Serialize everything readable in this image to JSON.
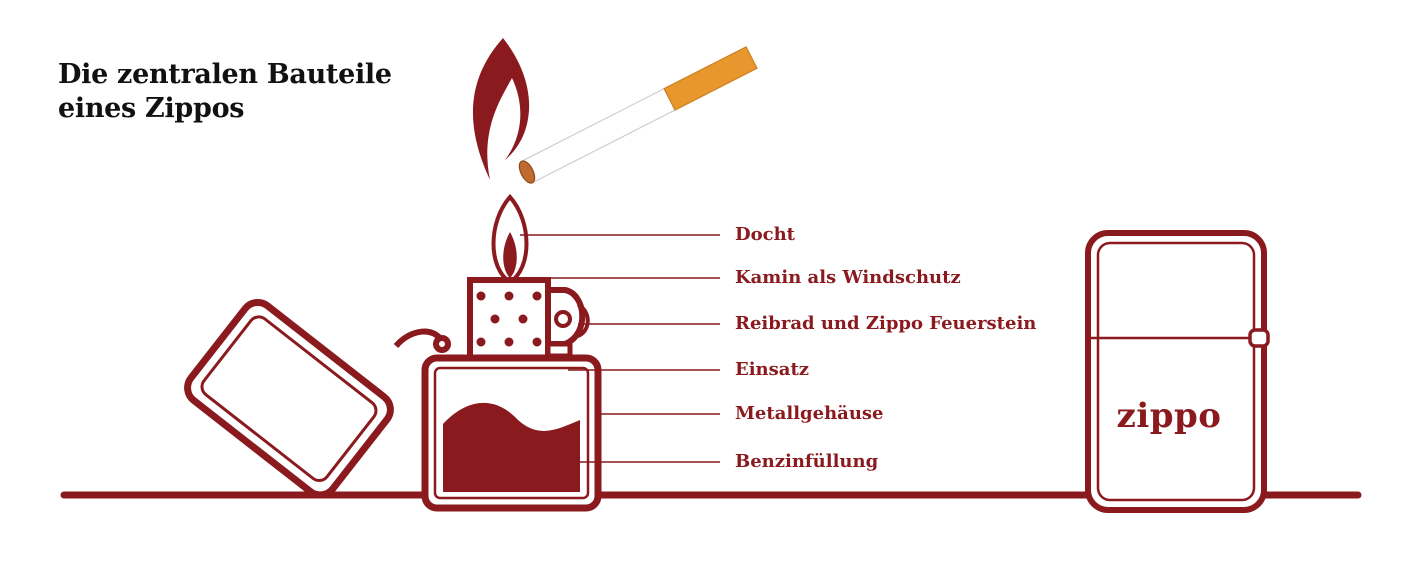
{
  "title": {
    "line1": "Die zentralen Bauteile",
    "line2": "eines Zippos"
  },
  "labels": {
    "docht": "Docht",
    "kamin": "Kamin als Windschutz",
    "reibrad": "Reibrad und Zippo Feuerstein",
    "einsatz": "Einsatz",
    "gehaeuse": "Metallgehäuse",
    "benzin": "Benzinfüllung"
  },
  "brand": "zippo",
  "colors": {
    "accent": "#8a1a1e",
    "filter": "#e8962e",
    "text": "#111111"
  }
}
